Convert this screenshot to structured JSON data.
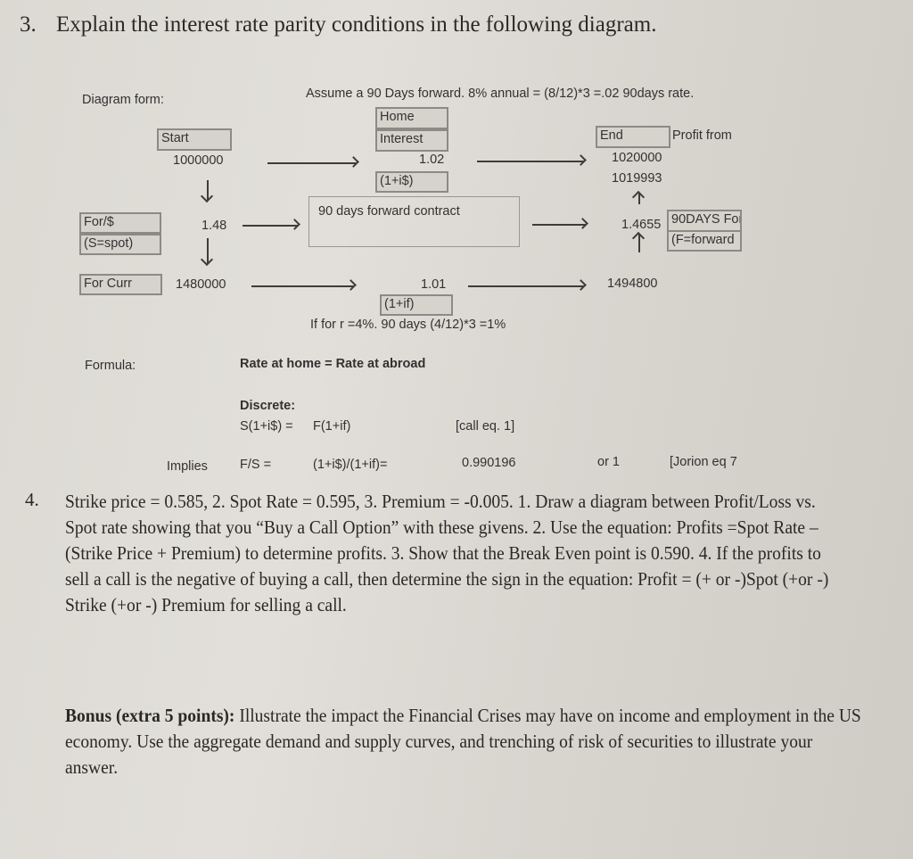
{
  "question3": {
    "number": "3.",
    "text": "Explain the interest rate parity conditions in the following diagram.",
    "diagram": {
      "label": "Diagram form:",
      "assumption": "Assume a 90 Days forward. 8% annual = (8/12)*3 =.02 90days rate.",
      "home_box_line1": "Home",
      "home_box_line2": "Interest",
      "home_rate": "1.02",
      "home_rate_label": "(1+i$)",
      "start_label": "Start",
      "start_value": "1000000",
      "end_label": "End",
      "profit_from": "Profit from",
      "end_value": "1020000",
      "end_value2": "1019993",
      "spot_label_line1": "For/$",
      "spot_label_line2": "(S=spot)",
      "spot_value": "1.48",
      "forward_contract": "90 days forward contract",
      "forward_value": "1.4655",
      "forward_label_line1": "90DAYS For",
      "forward_label_line2": "(F=forward",
      "foreign_curr_label": "For Curr",
      "foreign_curr_value": "1480000",
      "foreign_rate": "1.01",
      "foreign_rate_label": "(1+if)",
      "foreign_rate_note": "If for r =4%. 90 days (4/12)*3 =1%",
      "foreign_end_value": "1494800"
    },
    "formula": {
      "label": "Formula:",
      "rule": "Rate at home = Rate at abroad",
      "discrete_label": "Discrete:",
      "lhs": "S(1+i$) =",
      "rhs": "F(1+if)",
      "eq_note": "[call eq. 1]",
      "implies": "Implies",
      "fs": "F/S =",
      "ratio": "(1+i$)/(1+if)=",
      "ratio_value": "0.990196",
      "or_value": "or 1",
      "jorion": "[Jorion eq 7"
    }
  },
  "question4": {
    "number": "4.",
    "text": "Strike price = 0.585, 2. Spot Rate = 0.595, 3. Premium = -0.005. 1. Draw a diagram between Profit/Loss vs. Spot rate showing that you “Buy a Call Option” with these givens. 2.  Use the equation: Profits =Spot Rate – (Strike Price + Premium) to determine profits. 3. Show that the Break Even point is 0.590. 4. If the profits to sell a call is the negative of buying a call, then determine the sign in the equation: Profit = (+ or -)Spot (+or -) Strike (+or -) Premium for selling a call."
  },
  "bonus": {
    "label": "Bonus (extra 5 points):",
    "text": " Illustrate the impact the Financial Crises may have on income and employment in the US economy. Use the aggregate demand and supply curves, and trenching of risk of securities to illustrate your answer."
  }
}
